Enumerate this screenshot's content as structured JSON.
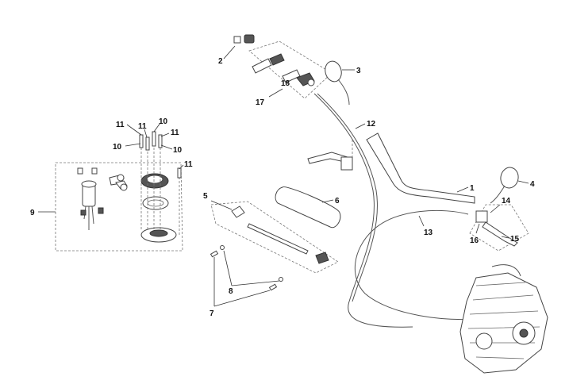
{
  "diagram": {
    "callouts": [
      {
        "id": "c1",
        "text": "1"
      },
      {
        "id": "c2",
        "text": "2"
      },
      {
        "id": "c3",
        "text": "3"
      },
      {
        "id": "c4",
        "text": "4"
      },
      {
        "id": "c5",
        "text": "5"
      },
      {
        "id": "c6",
        "text": "6"
      },
      {
        "id": "c7",
        "text": "7"
      },
      {
        "id": "c8",
        "text": "8"
      },
      {
        "id": "c9",
        "text": "9"
      },
      {
        "id": "c10a",
        "text": "10"
      },
      {
        "id": "c10b",
        "text": "10"
      },
      {
        "id": "c10c",
        "text": "10"
      },
      {
        "id": "c11a",
        "text": "11"
      },
      {
        "id": "c11b",
        "text": "11"
      },
      {
        "id": "c11c",
        "text": "11"
      },
      {
        "id": "c11d",
        "text": "11"
      },
      {
        "id": "c12",
        "text": "12"
      },
      {
        "id": "c13",
        "text": "13"
      },
      {
        "id": "c14",
        "text": "14"
      },
      {
        "id": "c15",
        "text": "15"
      },
      {
        "id": "c16",
        "text": "16"
      },
      {
        "id": "c17",
        "text": "17"
      },
      {
        "id": "c18",
        "text": "18"
      }
    ],
    "colors": {
      "line": "#444444",
      "label": "#111111",
      "background": "#ffffff"
    }
  }
}
